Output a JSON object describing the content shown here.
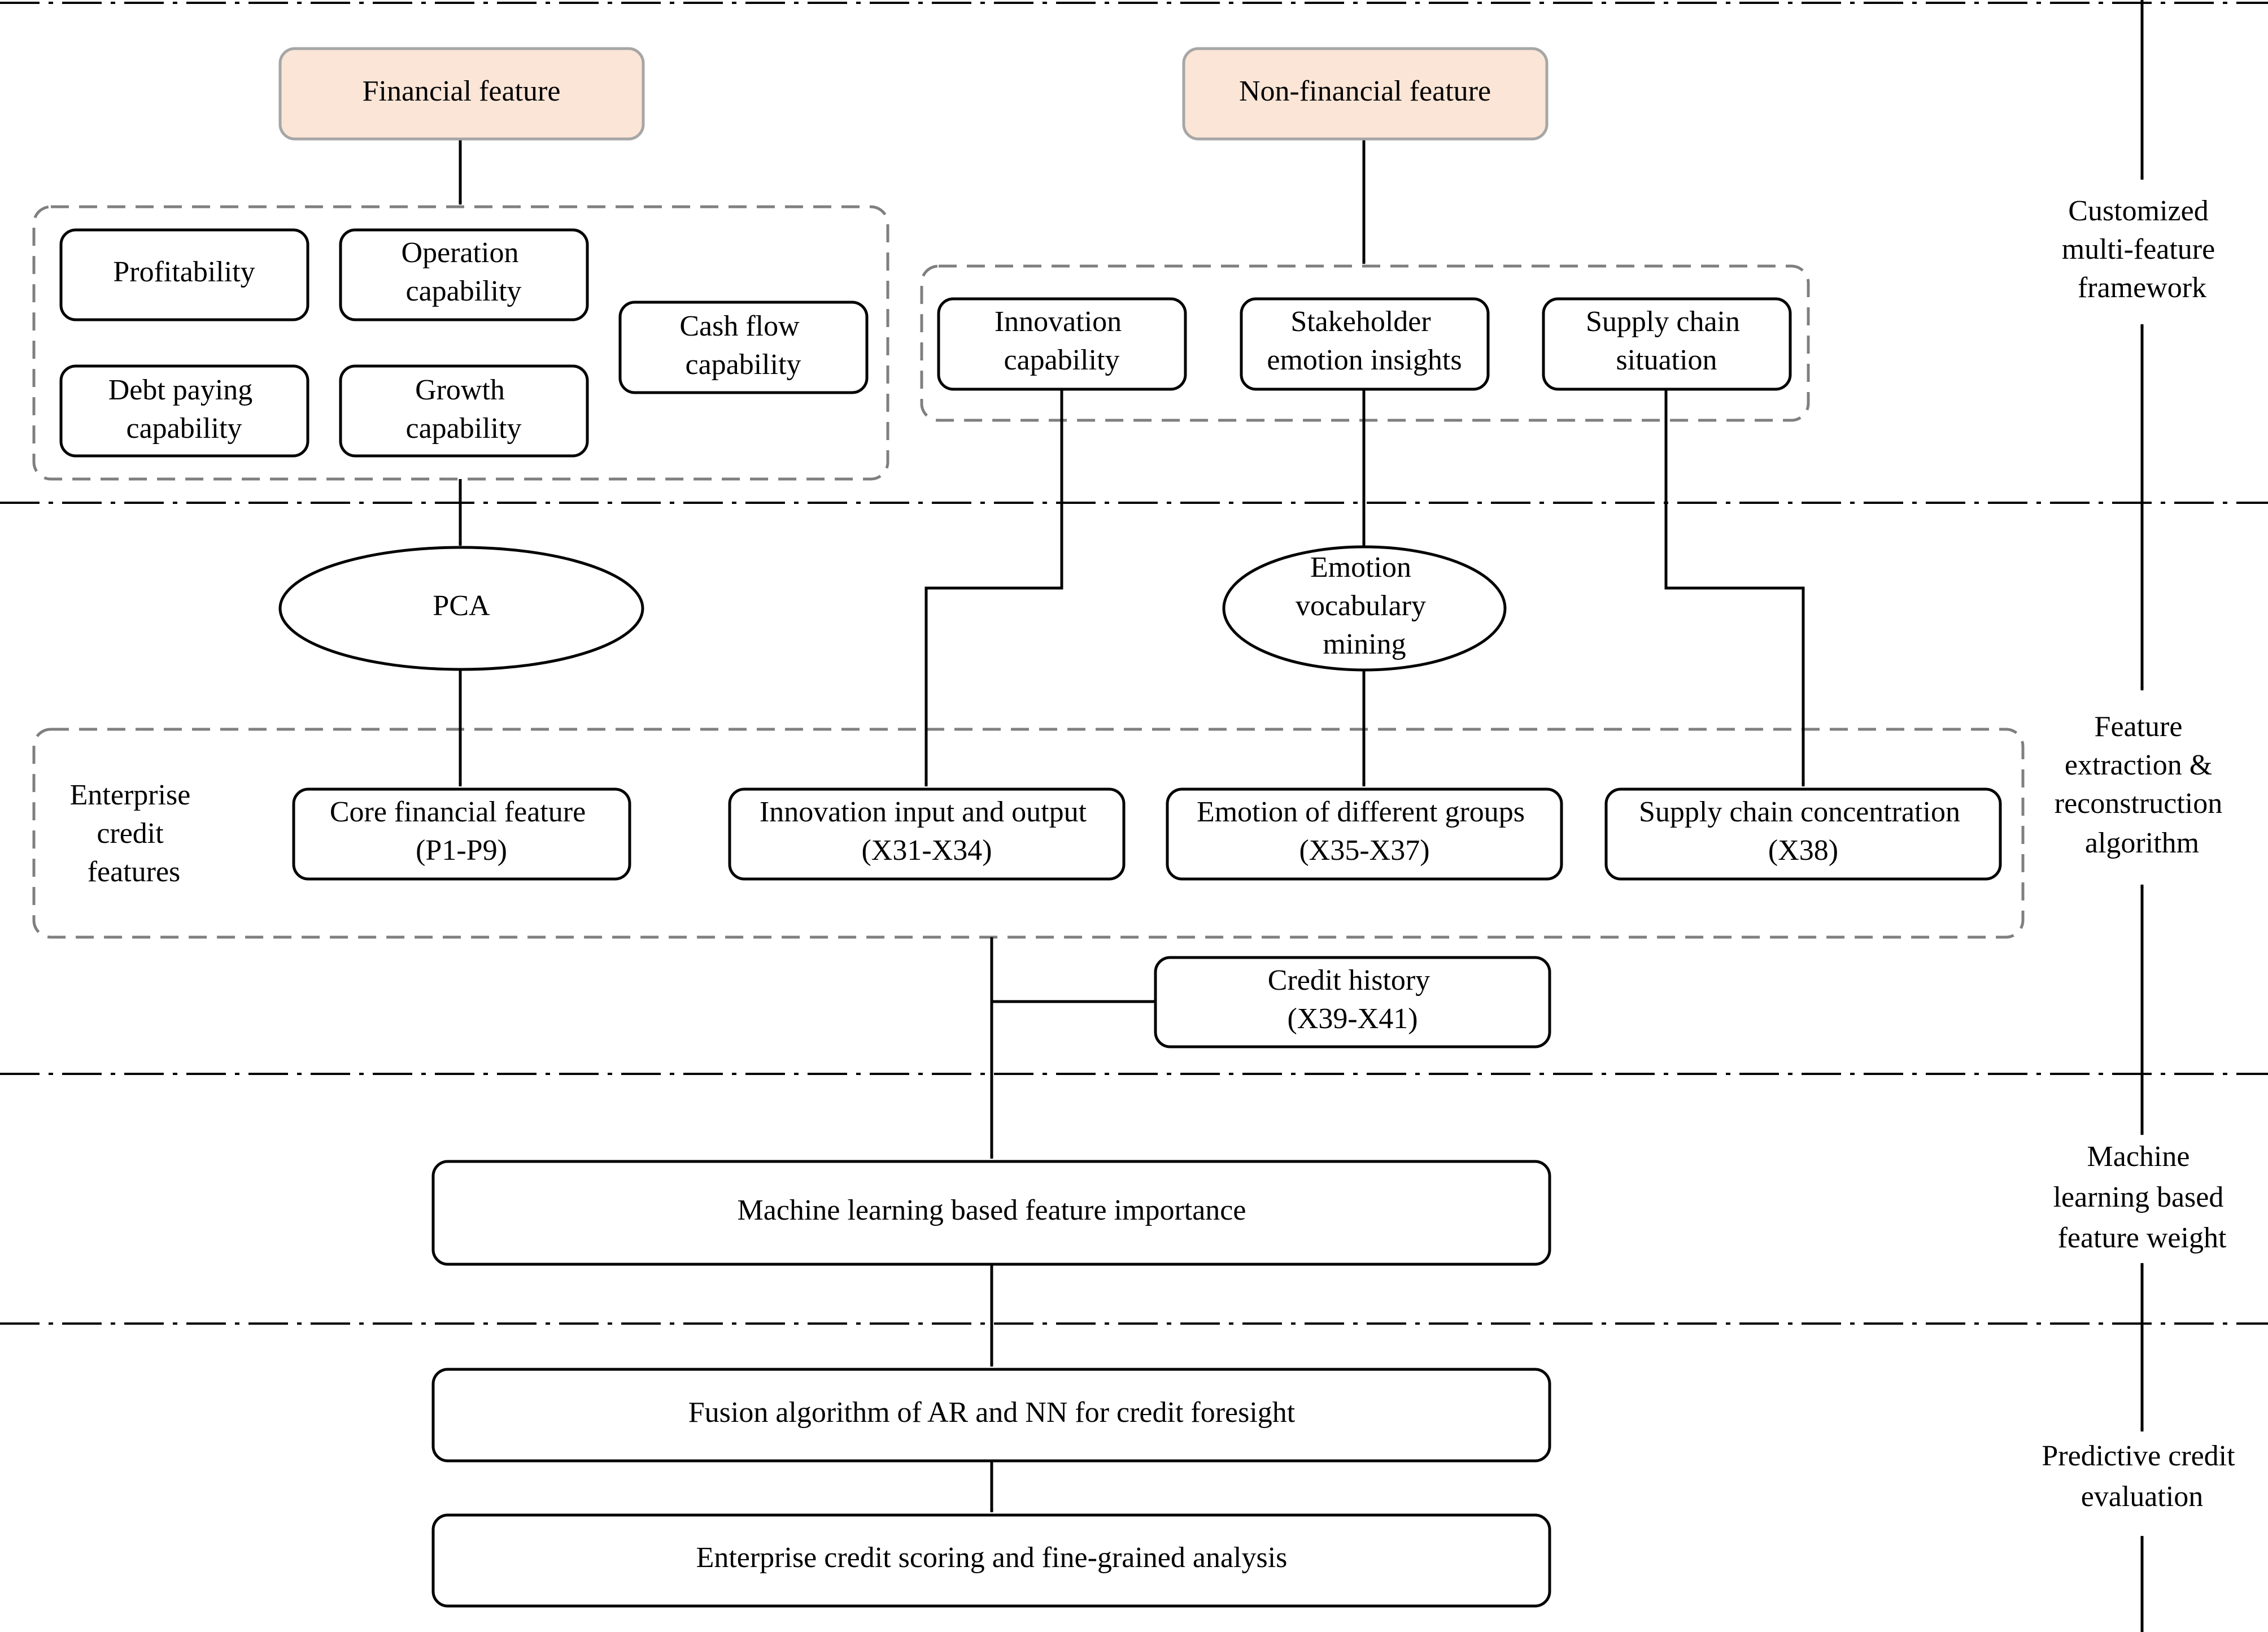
{
  "headers": {
    "financial": "Financial feature",
    "non_financial": "Non-financial feature"
  },
  "financial_group": {
    "profitability": "Profitability",
    "operation": [
      "Operation",
      "capability"
    ],
    "debt": [
      "Debt paying",
      "capability"
    ],
    "growth": [
      "Growth",
      "capability"
    ],
    "cash_flow": [
      "Cash flow",
      "capability"
    ]
  },
  "non_financial_group": {
    "innovation": [
      "Innovation",
      "capability"
    ],
    "stakeholder": [
      "Stakeholder",
      "emotion insights"
    ],
    "supply_chain": [
      "Supply chain",
      "situation"
    ]
  },
  "methods": {
    "pca": "PCA",
    "emotion_mining": [
      "Emotion",
      "vocabulary",
      "mining"
    ]
  },
  "enterprise_features": {
    "label": [
      "Enterprise",
      "credit",
      "features"
    ],
    "core_financial": [
      "Core financial feature",
      "(P1-P9)"
    ],
    "innovation_io": [
      "Innovation input and output",
      "(X31-X34)"
    ],
    "emotion_groups": [
      "Emotion of different groups",
      "(X35-X37)"
    ],
    "supply_concentration": [
      "Supply chain concentration",
      "(X38)"
    ]
  },
  "credit_history": [
    "Credit history",
    "(X39-X41)"
  ],
  "ml_importance": "Machine learning based feature importance",
  "fusion": "Fusion algorithm of AR and NN for credit foresight",
  "scoring": "Enterprise credit scoring and fine-grained analysis",
  "stages": {
    "framework": [
      "Customized",
      "multi-feature",
      "framework"
    ],
    "extraction": [
      "Feature",
      "extraction &",
      "reconstruction",
      "algorithm"
    ],
    "ml_weight": [
      "Machine",
      "learning based",
      "feature weight"
    ],
    "predictive": [
      "Predictive credit",
      "evaluation"
    ]
  }
}
